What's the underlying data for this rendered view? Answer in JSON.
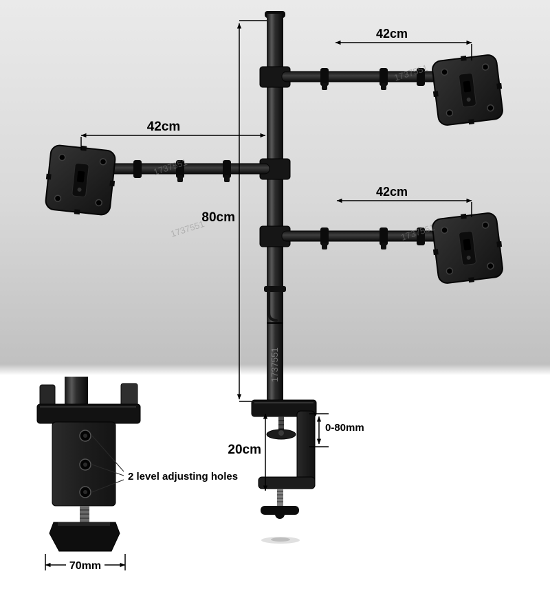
{
  "dimensions": {
    "arm_top_right": "42cm",
    "arm_left": "42cm",
    "arm_bottom_right": "42cm",
    "pole_height": "80cm",
    "clamp_section": "20cm",
    "clamp_opening": "0-80mm",
    "base_width": "70mm"
  },
  "labels": {
    "adjusting_holes": "2 level adjusting holes"
  },
  "watermark": {
    "text": "1737551"
  },
  "colors": {
    "background_top": "#eaeaea",
    "background_bottom_band": "#c0c0c0",
    "page_background": "#ffffff",
    "metal": "#1a1a1a",
    "annotation": "#000000"
  }
}
